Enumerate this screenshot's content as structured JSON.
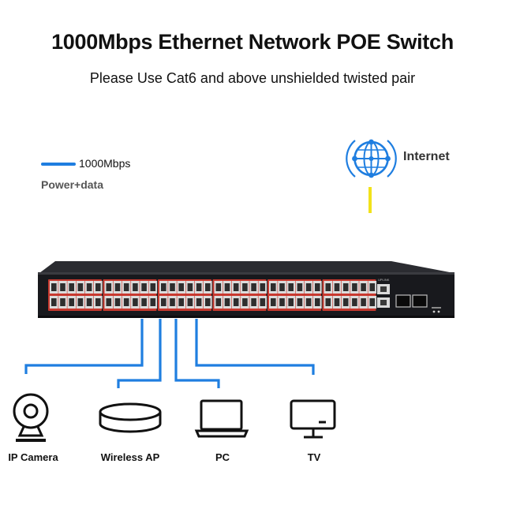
{
  "header": {
    "title": "1000Mbps Ethernet Network POE Switch",
    "subtitle": "Please Use Cat6 and above unshielded twisted pair"
  },
  "legend": {
    "speed_label": "1000Mbps",
    "power_label": "Power+data",
    "line_color": "#1f7ee0"
  },
  "internet": {
    "label": "Internet",
    "icon": "globe-network-icon",
    "uplink_color": "#f2e21a"
  },
  "switch": {
    "uplink_text": "UPLINK"
  },
  "devices": [
    {
      "label": "IP Camera",
      "icon": "ip-camera-icon"
    },
    {
      "label": "Wireless AP",
      "icon": "wireless-ap-icon"
    },
    {
      "label": "PC",
      "icon": "laptop-icon"
    },
    {
      "label": "TV",
      "icon": "monitor-icon"
    }
  ]
}
